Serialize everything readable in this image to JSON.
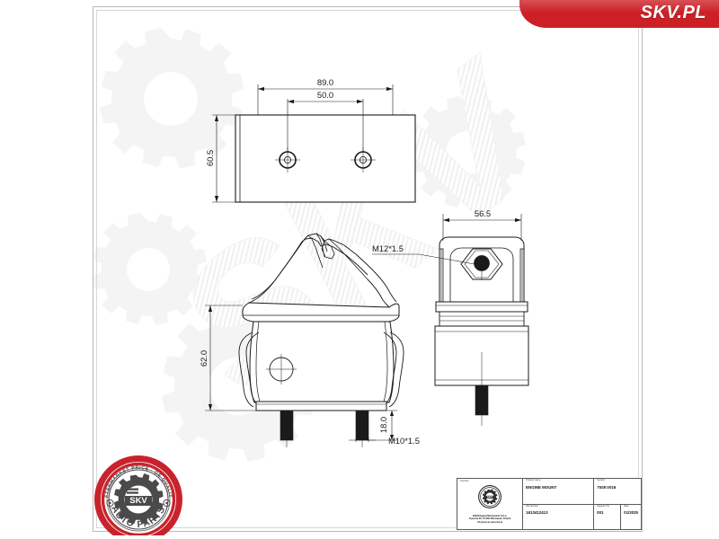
{
  "banner": {
    "brand": "SKV.PL"
  },
  "drawing": {
    "title": "ENGINE MOUNT",
    "dimensions": {
      "plate_width": "89.0",
      "plate_hole_spacing": "50.0",
      "plate_height": "60.5",
      "body_height": "62.0",
      "stud_length": "18.0",
      "bracket_width": "56.5"
    },
    "threads": {
      "top_stud": "M12*1.5",
      "bottom_studs": "M10*1.5"
    }
  },
  "badge": {
    "arc_top": "AFTERMARKET PRICE · OE QUALITY",
    "center": "SKV",
    "arc_bottom": "AUTO PARTS"
  },
  "title_block": {
    "importer_label": "Importer",
    "importer_logo_text": "ESEN SKV",
    "importer_address": "ESEN Najazd Mickiewicki S.K.A.\nFijewska 65, 87-800 Włocławek, Poland\ninfo@skv.pl  www.skv.pl",
    "product_name_label": "Product name",
    "product_name_value": "ENGINE MOUNT",
    "symbol_label": "Symbol",
    "symbol_value": "75SKV016",
    "oe_number_label": "OE Number",
    "oe_number_value": "1613412413",
    "diagram_no_label": "Diagram No.",
    "diagram_no_value": "001",
    "date_label": "Date",
    "date_value": "01/2025"
  },
  "colors": {
    "brand_red": "#cc2026",
    "line": "#1a1a1a",
    "frame": "#b9b9b9"
  }
}
